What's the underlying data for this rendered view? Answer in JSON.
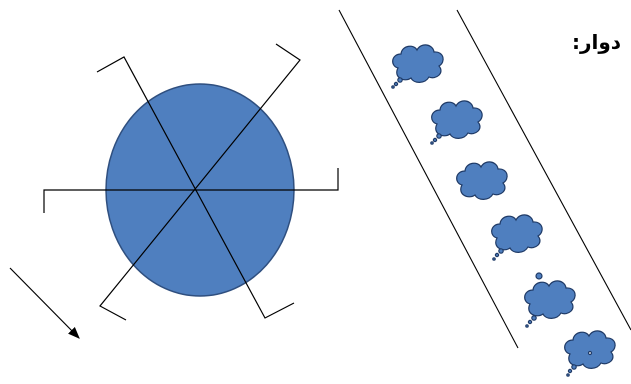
{
  "caption": "دوار:",
  "colors": {
    "wheel_fill": "#4f7fbf",
    "wheel_stroke": "#2f4f7f",
    "cloud_fill": "#4f7fbf",
    "cloud_stroke": "#1f3a66",
    "line": "#000000"
  },
  "diagram": {
    "wheel": {
      "spokes": 3,
      "paddles": 6
    },
    "belt": {
      "cloud_count": 6
    }
  }
}
